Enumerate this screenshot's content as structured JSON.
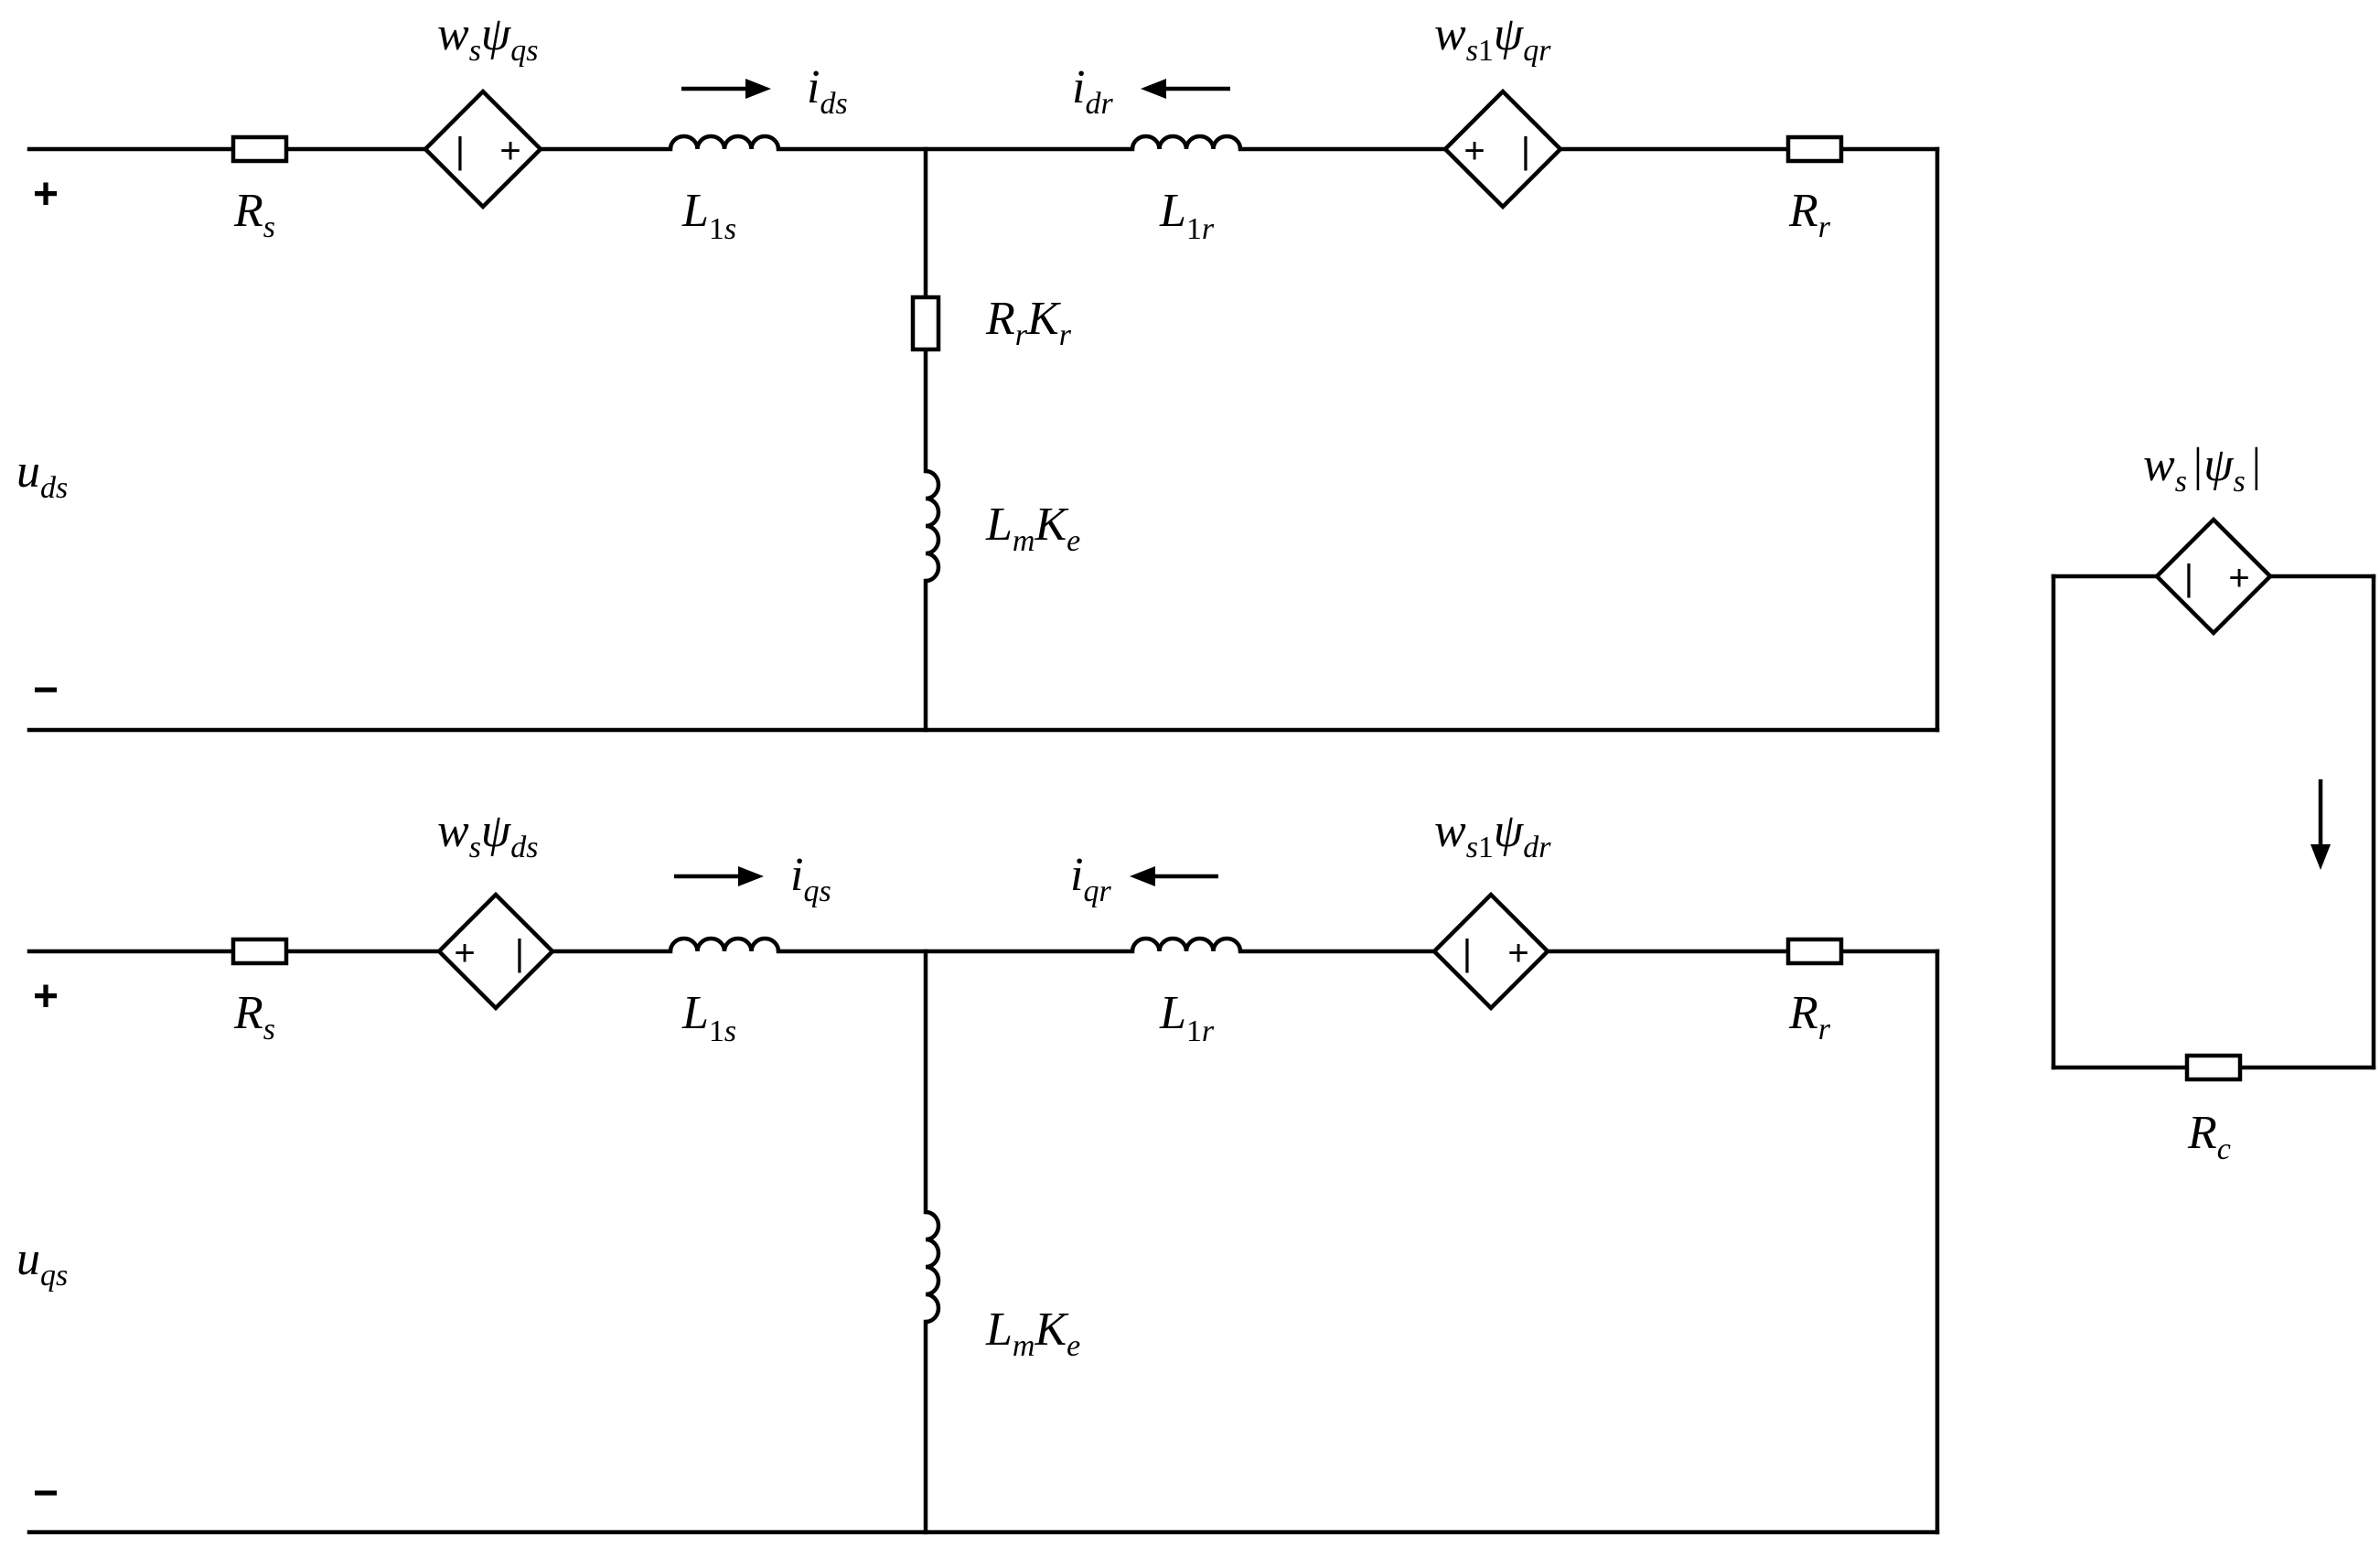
{
  "d_axis": {
    "input_voltage": {
      "main": "u",
      "sub": "ds"
    },
    "plus": "+",
    "minus": "−",
    "stator_resistor": {
      "main": "R",
      "sub": "s"
    },
    "stator_source": {
      "w": "w",
      "w_sub": "s",
      "psi": "ψ",
      "psi_sub": "qs",
      "left_sign": "|",
      "right_sign": "+"
    },
    "stator_leakage": {
      "main": "L",
      "sub1": "1",
      "sub2": "s"
    },
    "stator_current": {
      "main": "i",
      "sub": "ds",
      "direction": "right"
    },
    "rotor_current": {
      "main": "i",
      "sub": "dr",
      "direction": "left"
    },
    "rotor_leakage": {
      "main": "L",
      "sub1": "1",
      "sub2": "r"
    },
    "rotor_source": {
      "w": "w",
      "w_sub1": "s",
      "w_sub2": "1",
      "psi": "ψ",
      "psi_sub": "qr",
      "left_sign": "+",
      "right_sign": "|"
    },
    "rotor_resistor": {
      "main": "R",
      "sub": "r"
    },
    "branch_resistor": {
      "a": "R",
      "a_sub": "r",
      "b": "K",
      "b_sub": "r"
    },
    "magnetizing": {
      "a": "L",
      "a_sub": "m",
      "b": "K",
      "b_sub": "e"
    }
  },
  "q_axis": {
    "input_voltage": {
      "main": "u",
      "sub": "qs"
    },
    "plus": "+",
    "minus": "−",
    "stator_resistor": {
      "main": "R",
      "sub": "s"
    },
    "stator_source": {
      "w": "w",
      "w_sub": "s",
      "psi": "ψ",
      "psi_sub": "ds",
      "left_sign": "+",
      "right_sign": "|"
    },
    "stator_leakage": {
      "main": "L",
      "sub1": "1",
      "sub2": "s"
    },
    "stator_current": {
      "main": "i",
      "sub": "qs",
      "direction": "right"
    },
    "rotor_current": {
      "main": "i",
      "sub": "qr",
      "direction": "left"
    },
    "rotor_leakage": {
      "main": "L",
      "sub1": "1",
      "sub2": "r"
    },
    "rotor_source": {
      "w": "w",
      "w_sub1": "s",
      "w_sub2": "1",
      "psi": "ψ",
      "psi_sub": "dr",
      "left_sign": "|",
      "right_sign": "+"
    },
    "rotor_resistor": {
      "main": "R",
      "sub": "r"
    },
    "magnetizing": {
      "a": "L",
      "a_sub": "m",
      "b": "K",
      "b_sub": "e"
    }
  },
  "core_loss_circuit": {
    "source": {
      "w": "w",
      "w_sub": "s",
      "bar": "|",
      "psi": "ψ",
      "psi_sub": "s",
      "left_sign": "|",
      "right_sign": "+"
    },
    "resistor": {
      "main": "R",
      "sub": "c"
    },
    "current_direction": "down"
  }
}
